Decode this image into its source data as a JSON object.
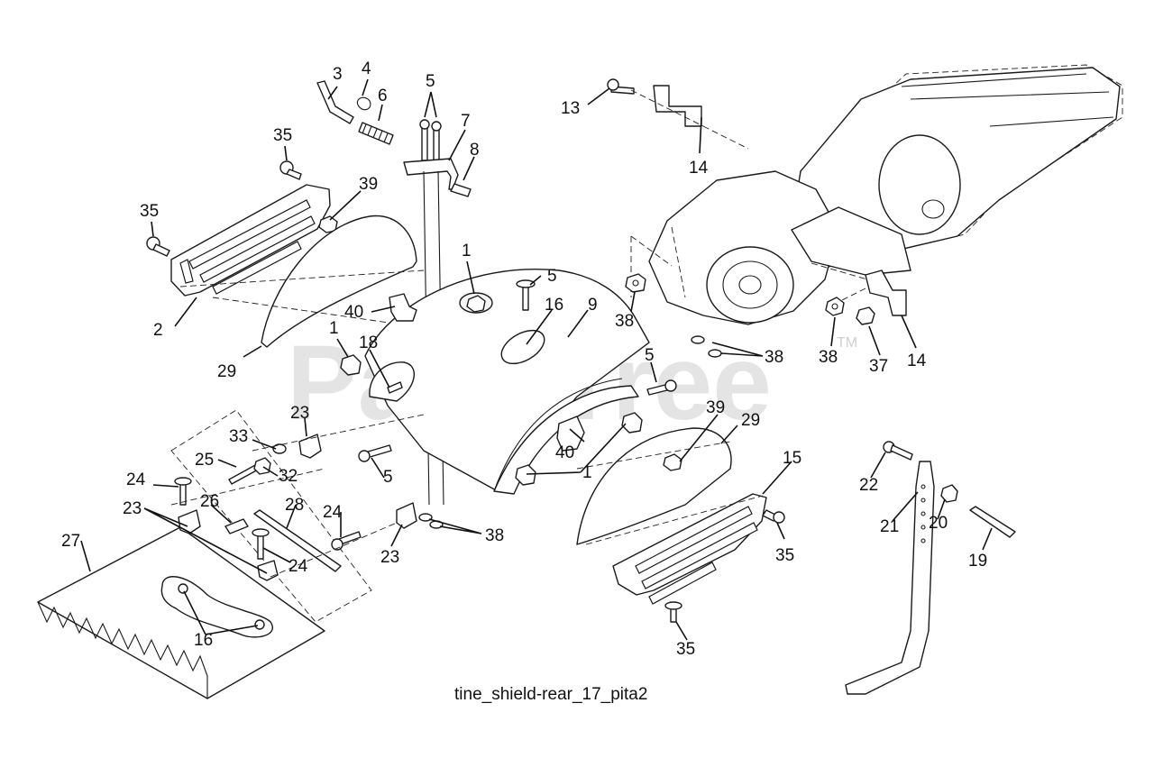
{
  "caption": "tine_shield-rear_17_pita2",
  "watermark": {
    "text": "PartsTree",
    "mark": "TM"
  },
  "callouts": [
    {
      "id": "c-3",
      "label": "3"
    },
    {
      "id": "c-4",
      "label": "4"
    },
    {
      "id": "c-5a",
      "label": "5"
    },
    {
      "id": "c-6",
      "label": "6"
    },
    {
      "id": "c-7",
      "label": "7"
    },
    {
      "id": "c-8",
      "label": "8"
    },
    {
      "id": "c-35a",
      "label": "35"
    },
    {
      "id": "c-39a",
      "label": "39"
    },
    {
      "id": "c-35b",
      "label": "35"
    },
    {
      "id": "c-2",
      "label": "2"
    },
    {
      "id": "c-1a",
      "label": "1"
    },
    {
      "id": "c-40a",
      "label": "40"
    },
    {
      "id": "c-29a",
      "label": "29"
    },
    {
      "id": "c-1b",
      "label": "1"
    },
    {
      "id": "c-18",
      "label": "18"
    },
    {
      "id": "c-5b",
      "label": "5"
    },
    {
      "id": "c-16a",
      "label": "16"
    },
    {
      "id": "c-9",
      "label": "9"
    },
    {
      "id": "c-13",
      "label": "13"
    },
    {
      "id": "c-14a",
      "label": "14"
    },
    {
      "id": "c-38a",
      "label": "38"
    },
    {
      "id": "c-38b",
      "label": "38"
    },
    {
      "id": "c-38c",
      "label": "38"
    },
    {
      "id": "c-37",
      "label": "37"
    },
    {
      "id": "c-14b",
      "label": "14"
    },
    {
      "id": "c-5c",
      "label": "5"
    },
    {
      "id": "c-39b",
      "label": "39"
    },
    {
      "id": "c-29b",
      "label": "29"
    },
    {
      "id": "c-40b",
      "label": "40"
    },
    {
      "id": "c-1c",
      "label": "1"
    },
    {
      "id": "c-15",
      "label": "15"
    },
    {
      "id": "c-23a",
      "label": "23"
    },
    {
      "id": "c-33",
      "label": "33"
    },
    {
      "id": "c-25",
      "label": "25"
    },
    {
      "id": "c-32",
      "label": "32"
    },
    {
      "id": "c-5d",
      "label": "5"
    },
    {
      "id": "c-24a",
      "label": "24"
    },
    {
      "id": "c-26",
      "label": "26"
    },
    {
      "id": "c-28",
      "label": "28"
    },
    {
      "id": "c-23b",
      "label": "23"
    },
    {
      "id": "c-24b",
      "label": "24"
    },
    {
      "id": "c-27",
      "label": "27"
    },
    {
      "id": "c-24c",
      "label": "24"
    },
    {
      "id": "c-23c",
      "label": "23"
    },
    {
      "id": "c-38d",
      "label": "38"
    },
    {
      "id": "c-16b",
      "label": "16"
    },
    {
      "id": "c-35c",
      "label": "35"
    },
    {
      "id": "c-35d",
      "label": "35"
    },
    {
      "id": "c-22",
      "label": "22"
    },
    {
      "id": "c-21",
      "label": "21"
    },
    {
      "id": "c-20",
      "label": "20"
    },
    {
      "id": "c-19",
      "label": "19"
    }
  ]
}
